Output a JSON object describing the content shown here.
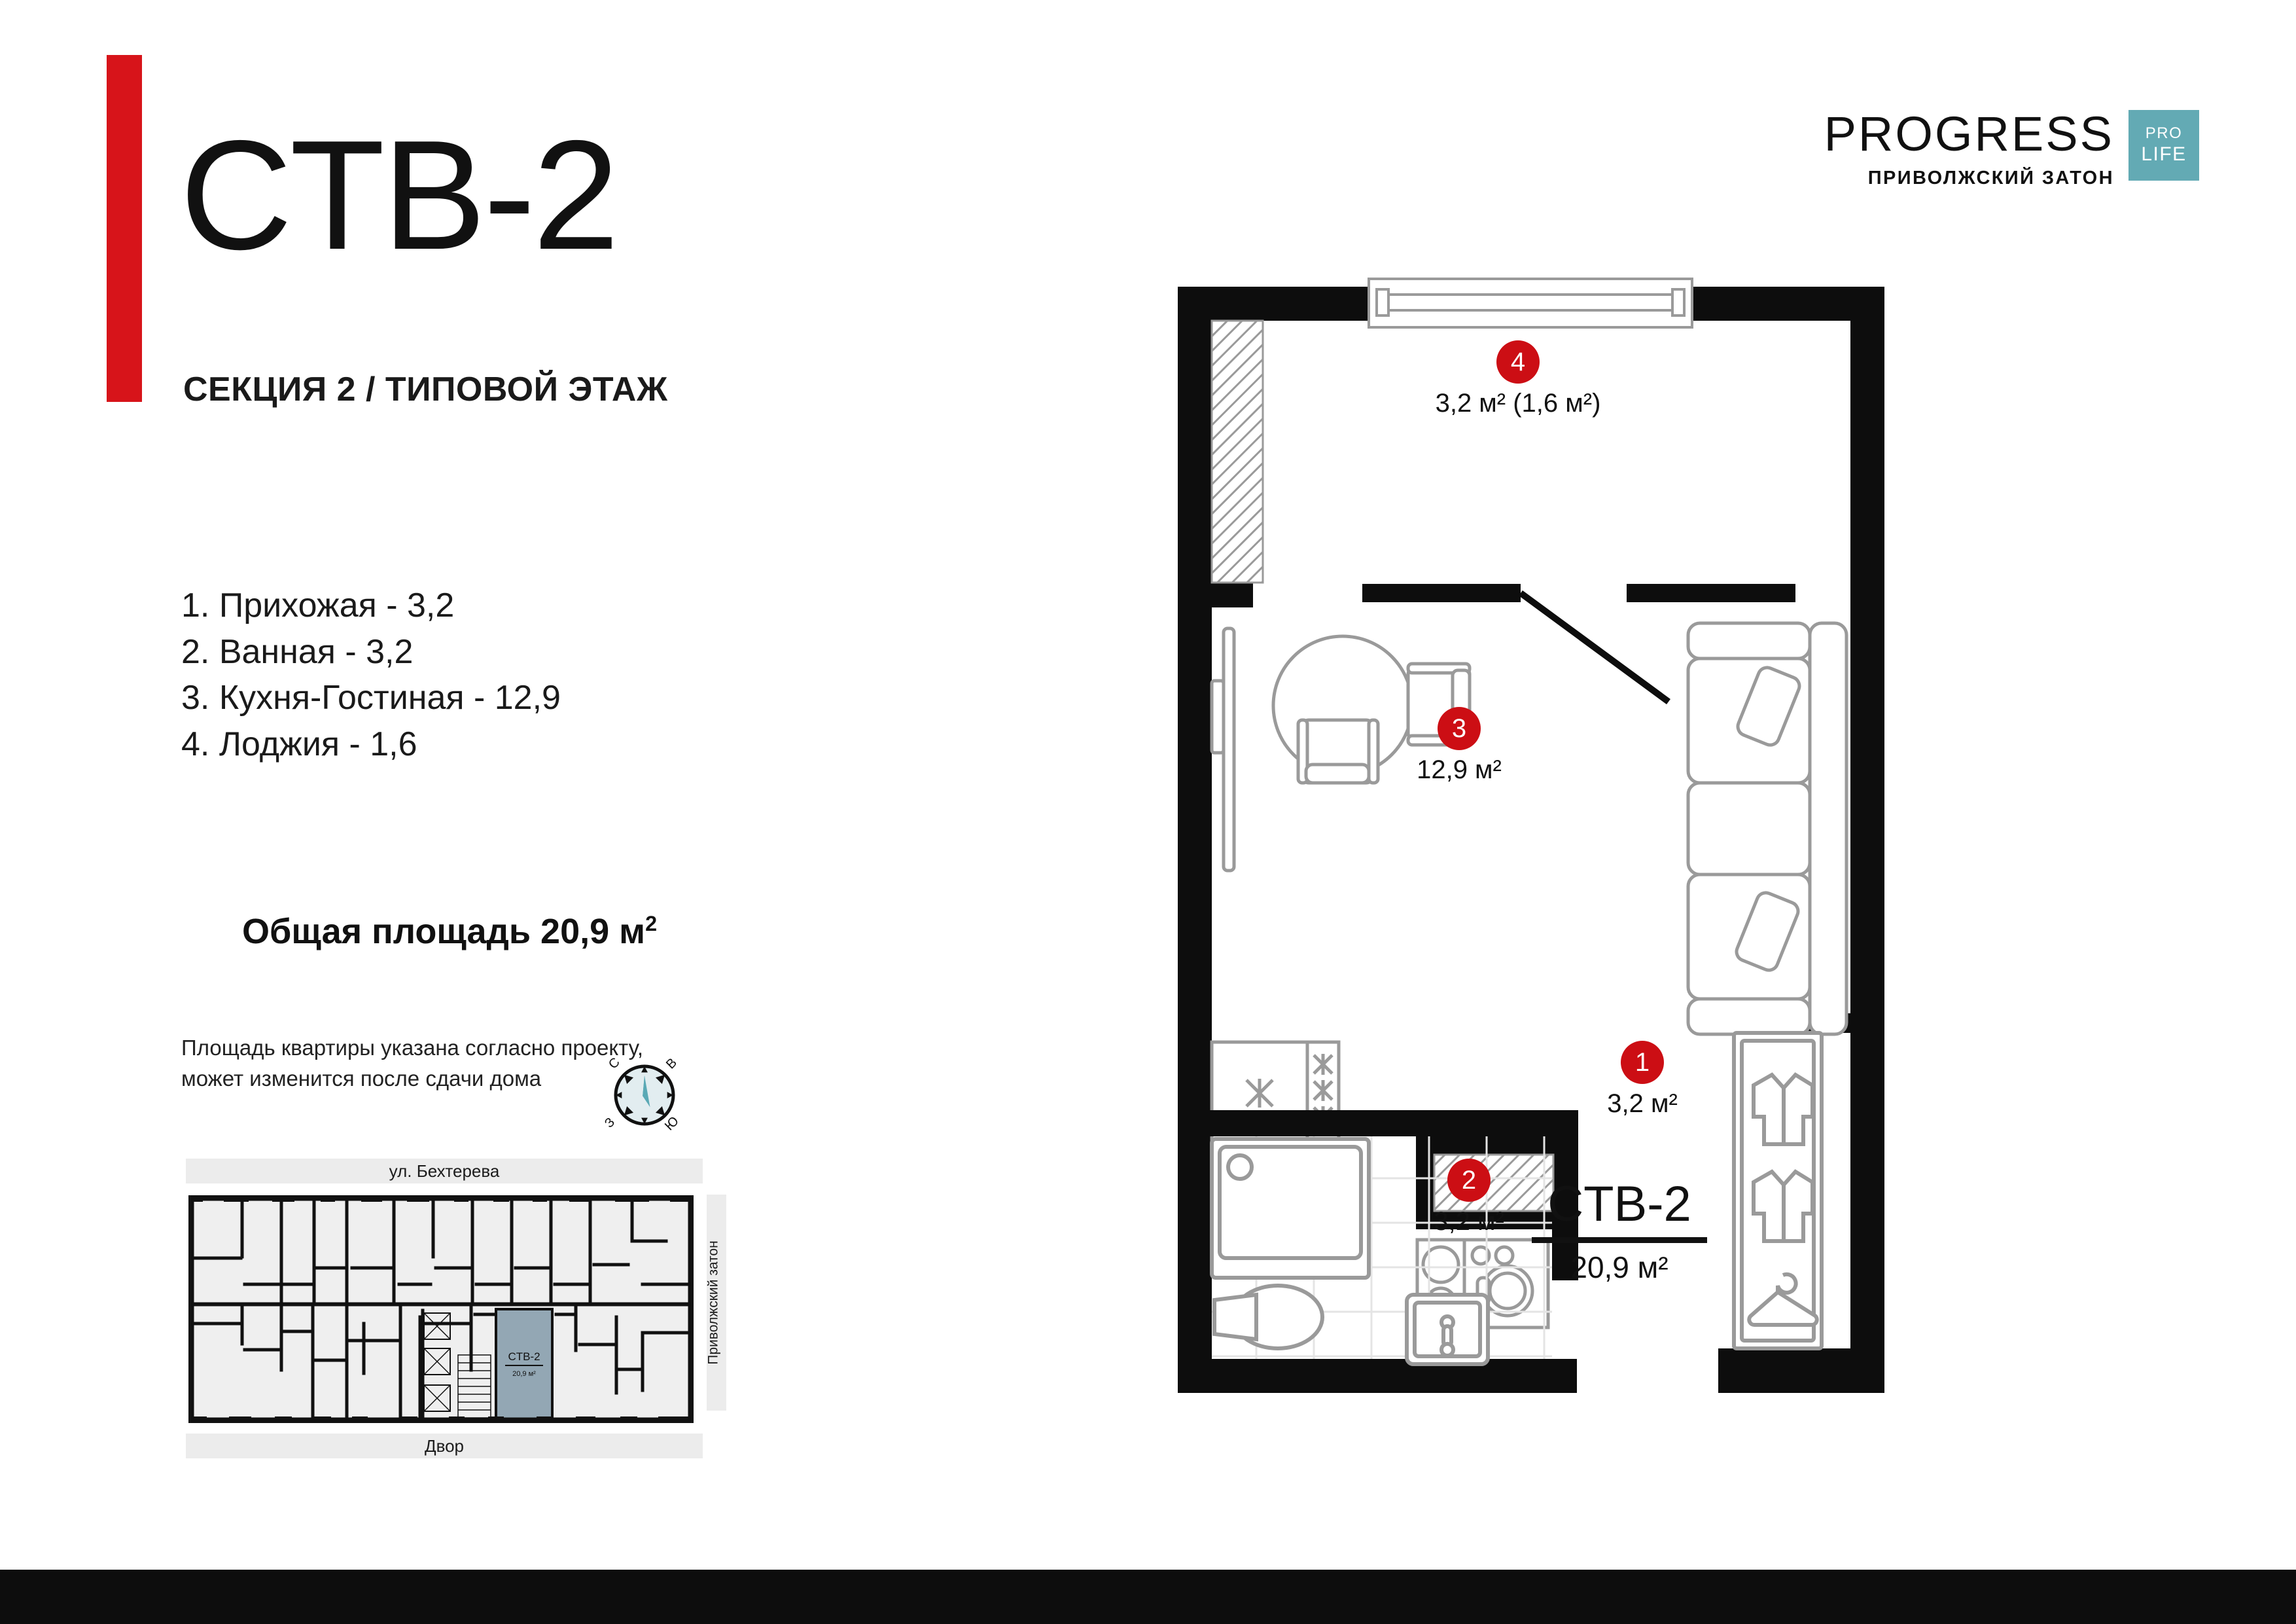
{
  "plan": {
    "code": "CTB-2",
    "subtitle": "СЕКЦИЯ 2 / ТИПОВОЙ ЭТАЖ",
    "total_area_label": "Общая площадь 20,9 м",
    "total_area_value": "20,9 м²",
    "disclaimer_line1": "Площадь квартиры указана согласно проекту,",
    "disclaimer_line2": "может изменится после сдачи дома"
  },
  "rooms": [
    {
      "n": "1",
      "text": "1. Прихожая - 3,2",
      "name": "Прихожая",
      "area": "3,2 м²"
    },
    {
      "n": "2",
      "text": "2. Ванная - 3,2",
      "name": "Ванная",
      "area": "3,2 м²"
    },
    {
      "n": "3",
      "text": "3. Кухня-Гостиная - 12,9",
      "name": "Кухня-Гостиная",
      "area": "12,9 м²"
    },
    {
      "n": "4",
      "text": "4. Лоджия - 1,6",
      "name": "Лоджия",
      "area": "3,2 м² (1,6 м²)"
    }
  ],
  "logo": {
    "main": "PROGRESS",
    "sub": "ПРИВОЛЖСКИЙ ЗАТОН",
    "badge_top": "PRO",
    "badge_bottom": "LIFE",
    "badge_color": "#63aab4"
  },
  "keyplan": {
    "street_top": "ул. Бехтерева",
    "street_bottom": "Двор",
    "street_right": "Приволжский затон",
    "highlight_code": "CTB-2",
    "highlight_area": "20,9 м²",
    "highlight_color": "#93a7b4"
  },
  "compass": {
    "north": "С",
    "east": "В",
    "south": "Ю",
    "west": "З",
    "needle_color": "#3e96a6",
    "dial_color": "#e2edf0"
  },
  "colors": {
    "accent_red": "#cc0e14",
    "brand_red": "#d7141a",
    "wall": "#0d0d0d",
    "furniture": "#9a9a9a"
  }
}
